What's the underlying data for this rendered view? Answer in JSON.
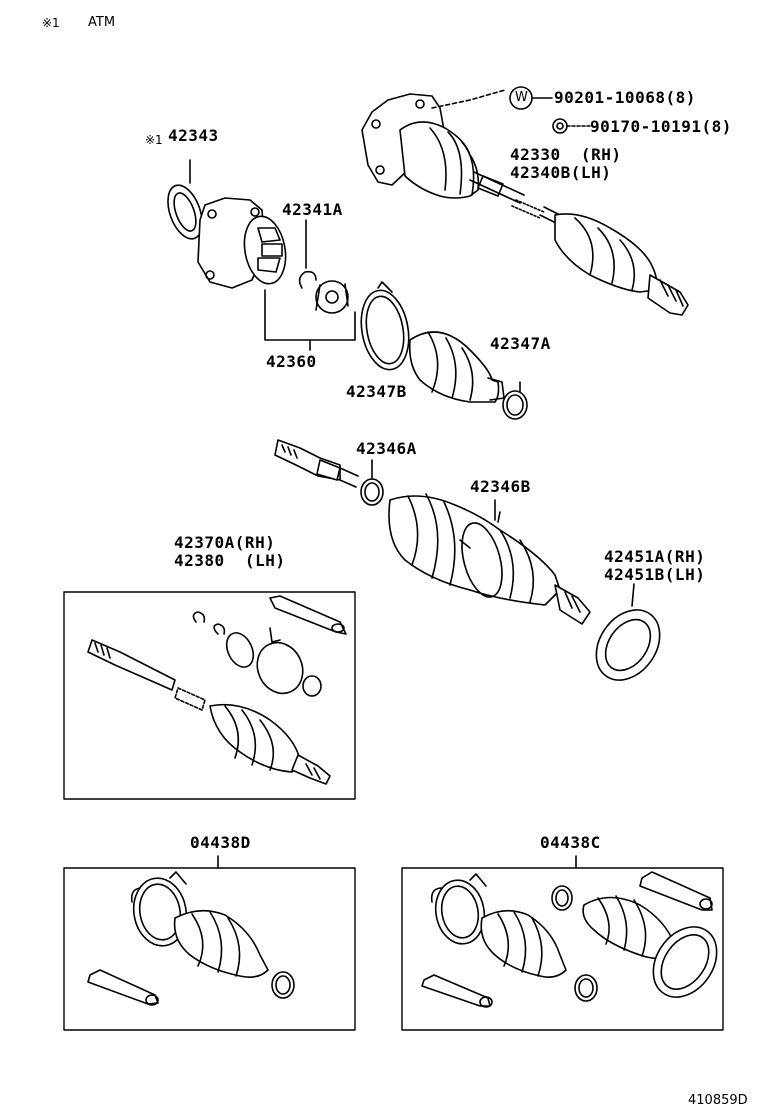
{
  "header": {
    "note_mark": "※1",
    "note_text": "ATM"
  },
  "parts": {
    "p42343_mark": "※1",
    "p42343": "42343",
    "p42341a": "42341A",
    "p42360": "42360",
    "p42347b": "42347B",
    "p42347a": "42347A",
    "p90201_sym": "W",
    "p90201": "90201-10068(8)",
    "p90170": "90170-10191(8)",
    "p42330": "42330  (RH)",
    "p42340b": "42340B(LH)",
    "p42346a": "42346A",
    "p42346b": "42346B",
    "p42370a": "42370A(RH)",
    "p42380": "42380  (LH)",
    "p42451a": "42451A(RH)",
    "p42451b": "42451B(LH)",
    "p04438d": "04438D",
    "p04438c": "04438C"
  },
  "footer": {
    "diagram_id": "410859D"
  }
}
